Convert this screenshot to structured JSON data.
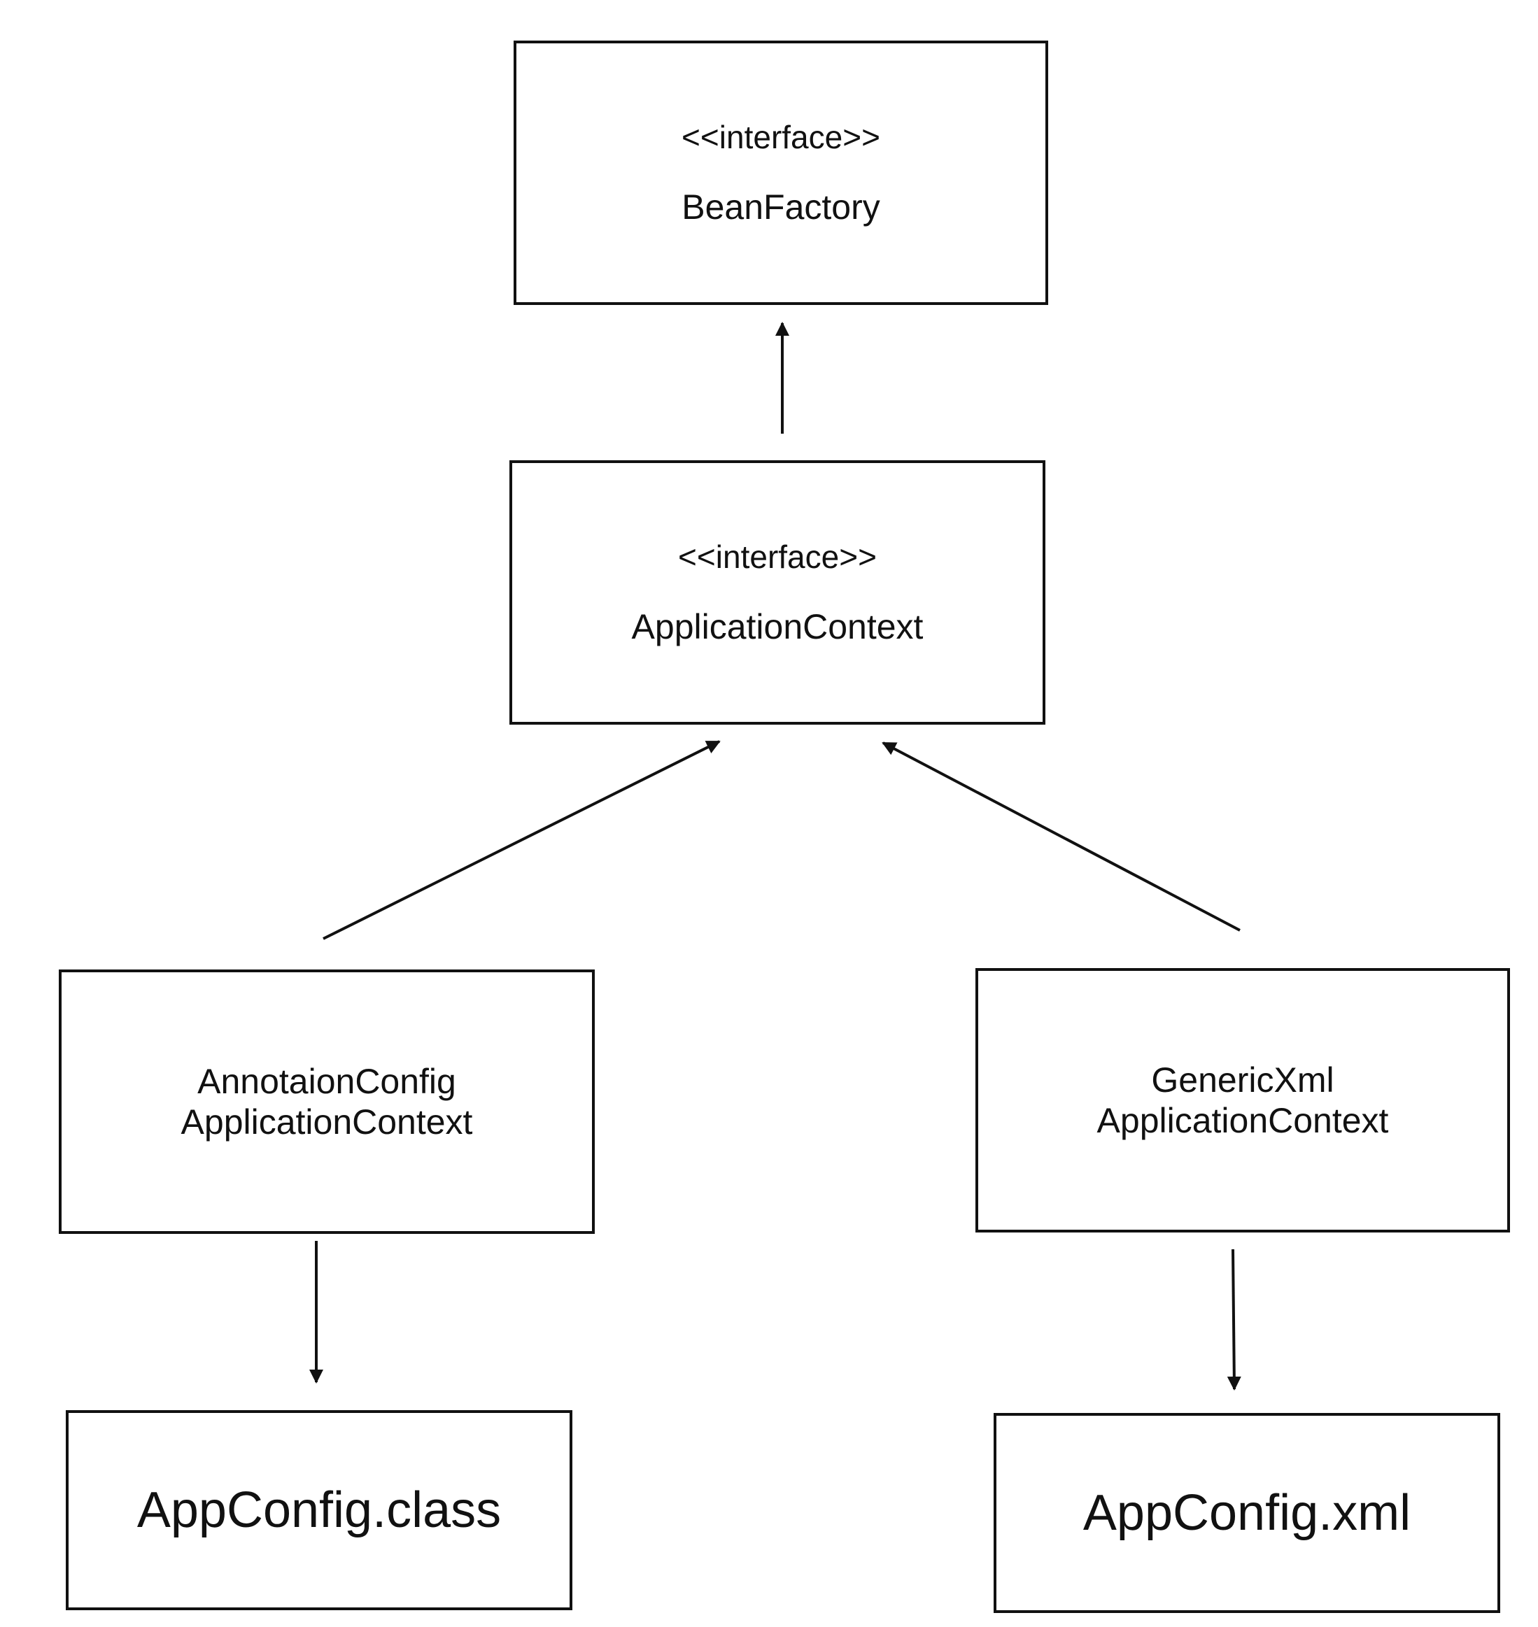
{
  "diagram": {
    "boxes": {
      "bean_factory": {
        "stereotype": "<<interface>>",
        "name": "BeanFactory"
      },
      "application_context": {
        "stereotype": "<<interface>>",
        "name": "ApplicationContext"
      },
      "annotation_config_context": {
        "line1": "AnnotaionConfig",
        "line2": "ApplicationContext"
      },
      "generic_xml_context": {
        "line1": "GenericXml",
        "line2": "ApplicationContext"
      },
      "app_config_class": {
        "label": "AppConfig.class"
      },
      "app_config_xml": {
        "label": "AppConfig.xml"
      }
    },
    "relations": [
      {
        "from": "application_context",
        "to": "bean_factory",
        "kind": "extends"
      },
      {
        "from": "annotation_config_context",
        "to": "application_context",
        "kind": "implements"
      },
      {
        "from": "generic_xml_context",
        "to": "application_context",
        "kind": "implements"
      },
      {
        "from": "annotation_config_context",
        "to": "app_config_class",
        "kind": "uses"
      },
      {
        "from": "generic_xml_context",
        "to": "app_config_xml",
        "kind": "uses"
      }
    ]
  }
}
